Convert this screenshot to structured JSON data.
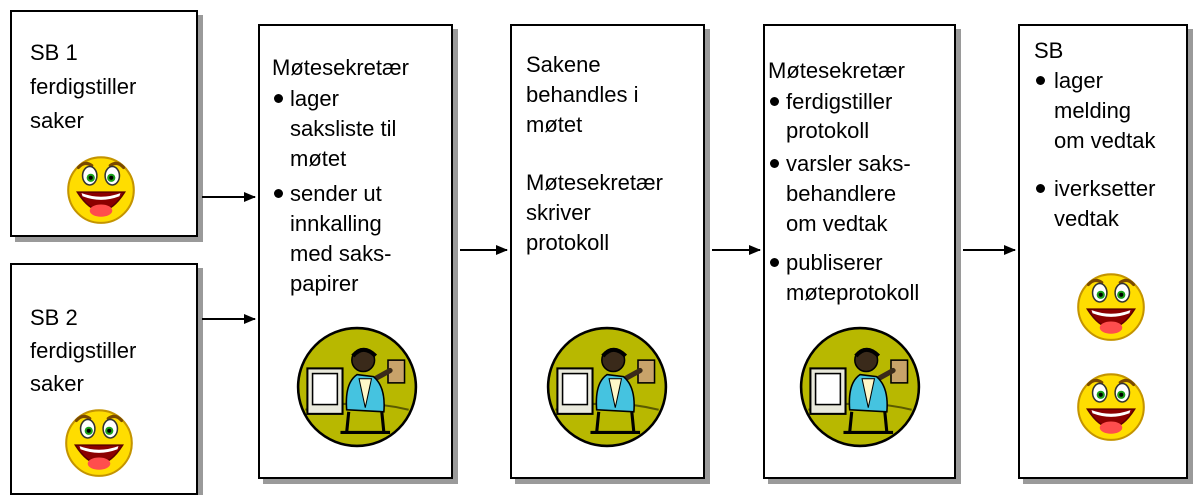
{
  "sb1": {
    "lines": [
      "SB 1",
      "ferdigstiller",
      "saker"
    ]
  },
  "sb2": {
    "lines": [
      "SB 2",
      "ferdigstiller",
      "saker"
    ]
  },
  "step1": {
    "heading": "Møtesekretær",
    "bullets": [
      [
        "lager",
        "saksliste til",
        "møtet"
      ],
      [
        "sender ut",
        "innkalling",
        "med saks-",
        "papirer"
      ]
    ]
  },
  "step2": {
    "lines": [
      "Sakene",
      "behandles i",
      "møtet",
      "",
      "Møtesekretær",
      "skriver",
      "protokoll"
    ]
  },
  "step3": {
    "heading": "Møtesekretær",
    "bullets": [
      [
        "ferdigstiller",
        "protokoll"
      ],
      [
        "varsler saks-",
        "behandlere",
        "om vedtak"
      ],
      [
        "publiserer",
        "møteprotokoll"
      ]
    ]
  },
  "step4": {
    "heading": "SB",
    "bullets": [
      [
        "lager",
        "melding",
        "om vedtak"
      ],
      [
        "iverksetter",
        "vedtak"
      ]
    ]
  },
  "icons": {
    "smiley": "smiley-face-icon",
    "clerk": "secretary-at-computer-icon"
  },
  "colors": {
    "smiley": "#ffdd00",
    "clerk_bg": "#b8b800",
    "arrow": "#000000",
    "shadow": "#9a9a9a"
  }
}
